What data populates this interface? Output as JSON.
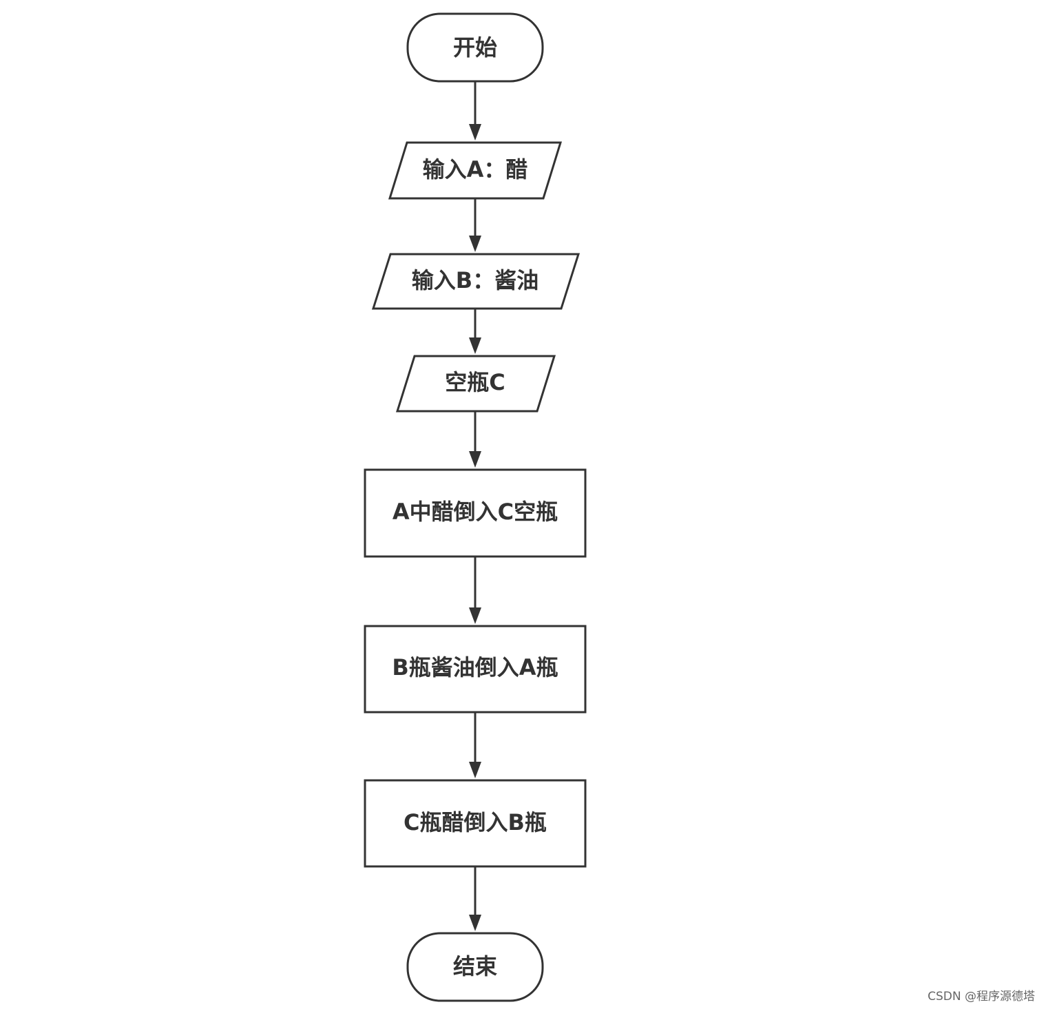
{
  "nodes": {
    "start": "开始",
    "input_a": "输入A：醋",
    "input_b": "输入B：酱油",
    "empty_c": "空瓶C",
    "step1": "A中醋倒入C空瓶",
    "step2": "B瓶酱油倒入A瓶",
    "step3": "C瓶醋倒入B瓶",
    "end": "结束"
  },
  "watermark": "CSDN @程序源德塔"
}
